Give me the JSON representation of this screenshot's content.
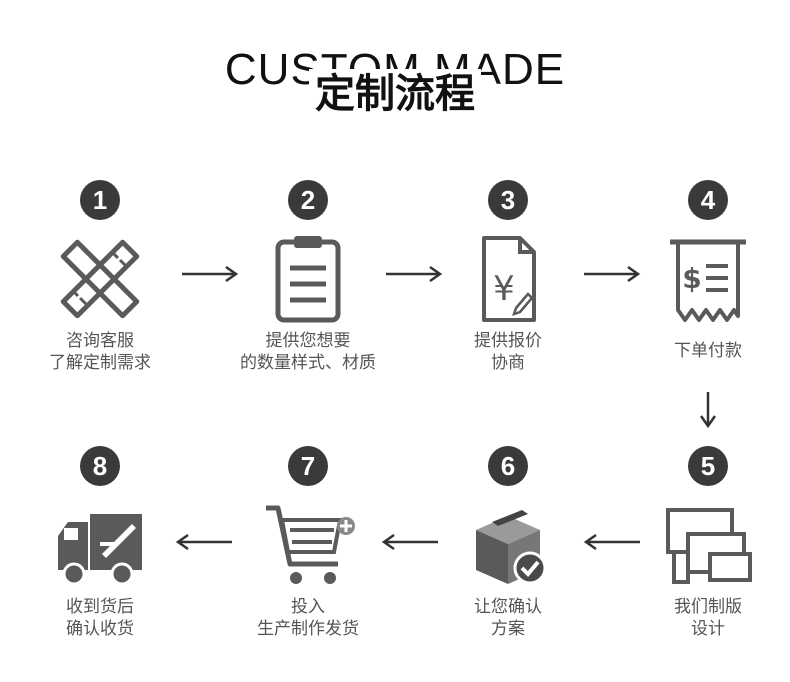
{
  "header": {
    "title_en": "CUSTOM MADE",
    "title_cn": "定制流程"
  },
  "steps": [
    {
      "num": "1",
      "line1": "咨询客服",
      "line2": "了解定制需求",
      "icon": "ruler-pencil-icon"
    },
    {
      "num": "2",
      "line1": "提供您想要",
      "line2": "的数量样式、材质",
      "icon": "clipboard-icon"
    },
    {
      "num": "3",
      "line1": "提供报价",
      "line2": "协商",
      "icon": "quote-document-icon"
    },
    {
      "num": "4",
      "line1": "下单付款",
      "line2": "",
      "icon": "receipt-icon"
    },
    {
      "num": "5",
      "line1": "我们制版",
      "line2": "设计",
      "icon": "devices-icon"
    },
    {
      "num": "6",
      "line1": "让您确认",
      "line2": "方案",
      "icon": "box-check-icon"
    },
    {
      "num": "7",
      "line1": "投入",
      "line2": "生产制作发货",
      "icon": "shopping-cart-icon"
    },
    {
      "num": "8",
      "line1": "收到货后",
      "line2": "确认收货",
      "icon": "delivery-truck-icon"
    }
  ],
  "colors": {
    "icon": "#5a5a5a",
    "badge": "#3a3a3a",
    "text": "#555555"
  }
}
